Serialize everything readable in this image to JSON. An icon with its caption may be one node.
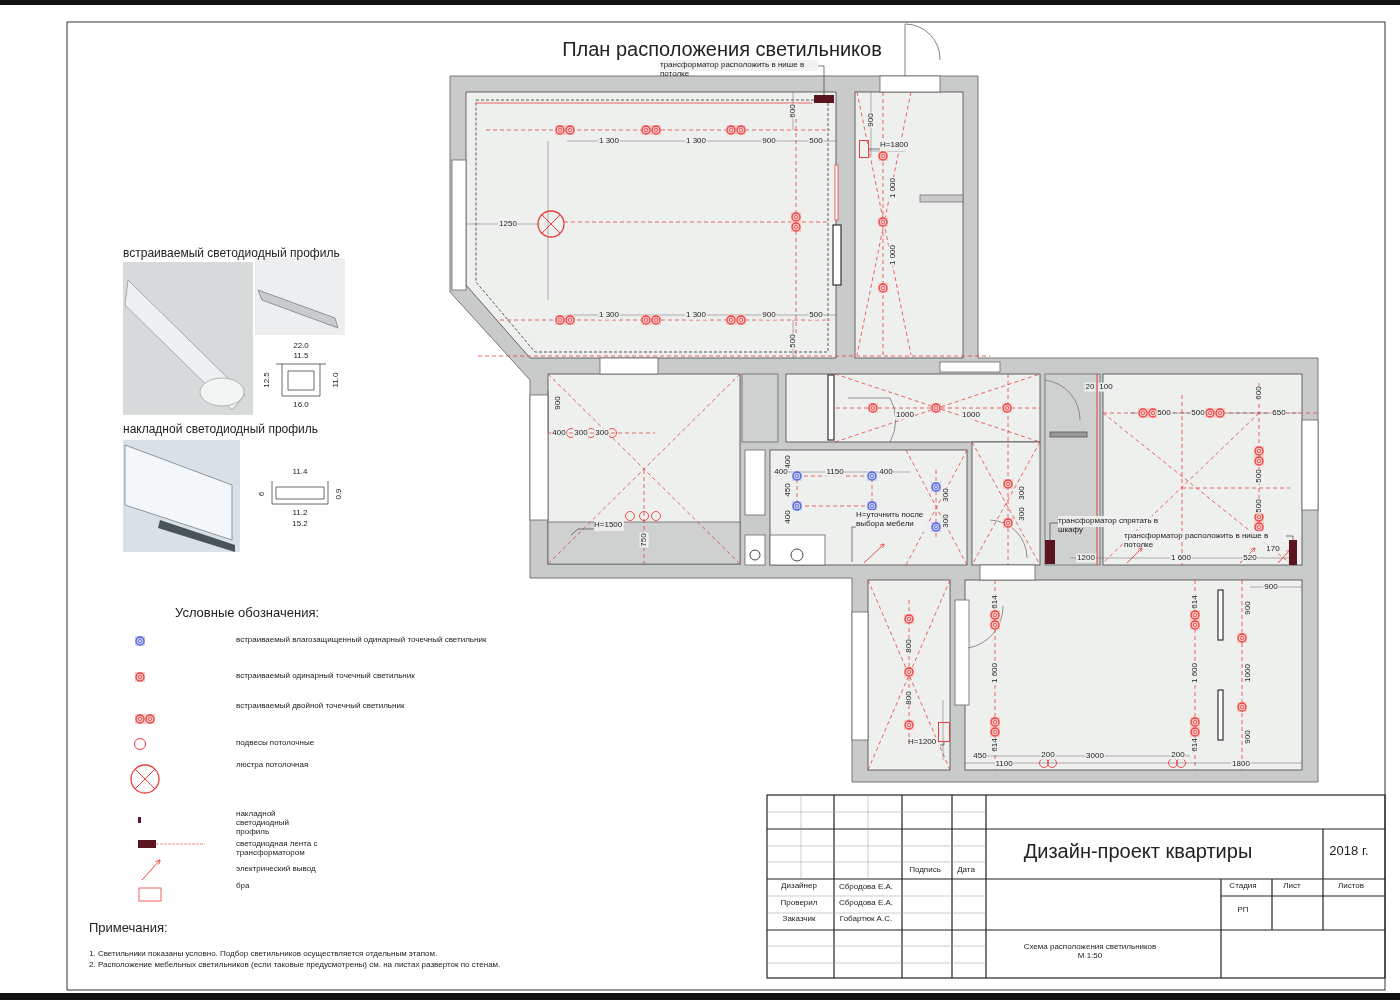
{
  "diagram": {
    "title": "План расположения светильников",
    "nodes": [
      {
        "text": [
          "трансформатор расположить в нише в потолке"
        ]
      },
      {
        "text": [],
        "shape": "bar"
      },
      {
        "text": [
          "H=1800"
        ]
      },
      {
        "text": [
          "H=1500"
        ]
      },
      {
        "text": [
          "Н=уточнить после выбора мебели"
        ]
      },
      {
        "text": [
          "трансформатор спрятать в шкафу"
        ]
      },
      {
        "text": [],
        "shape": "bar"
      },
      {
        "text": [
          "трансформатор расположить в нише в потолке"
        ]
      },
      {
        "text": [],
        "shape": "bar"
      },
      {
        "text": [
          "H=1200"
        ]
      },
      {
        "text": [],
        "shape": "box"
      },
      {
        "text": [],
        "shape": "box"
      }
    ],
    "edges": [
      {
        "from": 0,
        "to": 1,
        "arrow": "none"
      },
      {
        "from": 2,
        "to": 10,
        "arrow": "none"
      },
      {
        "from": 3,
        "to": null,
        "arrow": "none"
      },
      {
        "from": 4,
        "to": null,
        "arrow": "none"
      },
      {
        "from": 5,
        "to": 6,
        "arrow": "none"
      },
      {
        "from": 7,
        "to": 8,
        "arrow": "none"
      },
      {
        "from": 9,
        "to": 11,
        "arrow": "none"
      }
    ],
    "labels": [
      "600",
      "900",
      "1 300",
      "1 300",
      "900",
      "500",
      "1 000",
      "1250",
      "1 000",
      "1 300",
      "1 300",
      "900",
      "500",
      "500",
      "20",
      "100",
      "600",
      "900",
      "500",
      "500",
      "650",
      "1000",
      "1000",
      "400",
      "300",
      "300",
      "400",
      "400",
      "1150",
      "400",
      "500",
      "450",
      "300",
      "300",
      "300",
      "500",
      "400",
      "300",
      "750",
      "1200",
      "1 600",
      "520",
      "170",
      "900",
      "614",
      "614",
      "900",
      "800",
      "1 600",
      "1 600",
      "1000",
      "800",
      "900",
      "614",
      "614",
      "450",
      "200",
      "3000",
      "200",
      "1100",
      "1800",
      "встраиваемый светодиодный профиль",
      "22.0",
      "11.5",
      "12.5",
      "11.0",
      "16.0",
      "накладной светодиодный профиль",
      "11.4",
      "6",
      "0.9",
      "11.2",
      "15.2",
      "Условные обозначения:",
      "Примечания:",
      "1. Светильники показаны условно. Подбор светильников осуществляется отдельным этапом.",
      "2. Расположение мебельных светильников (если таковые предусмотрены) см. на листах разверток по стенам.",
      "Подпись",
      "Дата",
      "Дизайн-проект квартиры",
      "2018 г.",
      "Дизайнер",
      "Сбродова Е.А.",
      "Стадия",
      "Лист",
      "Листов",
      "Проверил",
      "Сбродова Е.А.",
      "РП",
      "Заказчик",
      "Гобартюк А.С.",
      "Схема расположения светильников М 1:50"
    ],
    "legend": [
      {
        "text": "встраиваемый влагозащищенный одинарный точечный светильник"
      },
      {
        "text": "встраиваемый одинарный точечный светильник"
      },
      {
        "text": "встраиваемый двойной точечный светильник"
      },
      {
        "text": "подвесы потолочные"
      },
      {
        "text": "люстра потолочная"
      },
      {
        "text": "накладной светодиодный профиль"
      },
      {
        "text": "светодиодная лента с трансформатором"
      },
      {
        "text": "электрический вывод"
      },
      {
        "text": "бра"
      }
    ]
  }
}
